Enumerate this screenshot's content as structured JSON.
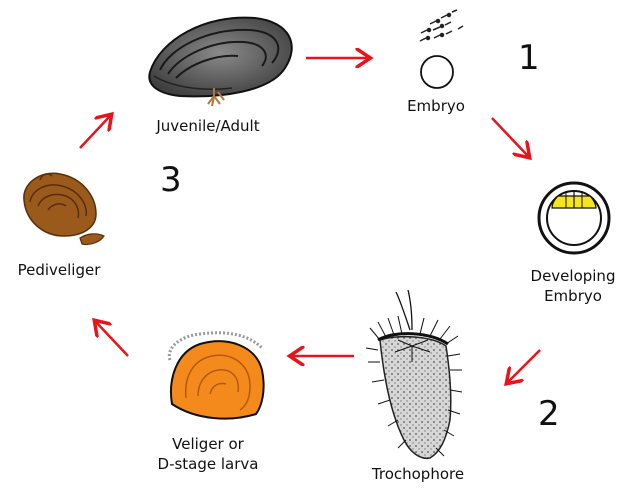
{
  "diagram": {
    "stages": {
      "juvenile_adult": "Juvenile/Adult",
      "embryo": "Embryo",
      "developing_embryo_line1": "Developing",
      "developing_embryo_line2": "Embryo",
      "trochophore": "Trochophore",
      "veliger_line1": "Veliger or",
      "veliger_line2": "D-stage larva",
      "pediveliger": "Pediveliger"
    },
    "step_numbers": [
      "1",
      "2",
      "3"
    ],
    "colors": {
      "arrow": "#e8141b",
      "adult_shell": "#5b5b5b",
      "adult_byssus": "#b07a3e",
      "embryo_cap": "#f7e51c",
      "veliger_shell": "#f58a1c",
      "pediveliger_shell": "#9a5a1c",
      "trochophore_body": "#cccccc"
    }
  }
}
